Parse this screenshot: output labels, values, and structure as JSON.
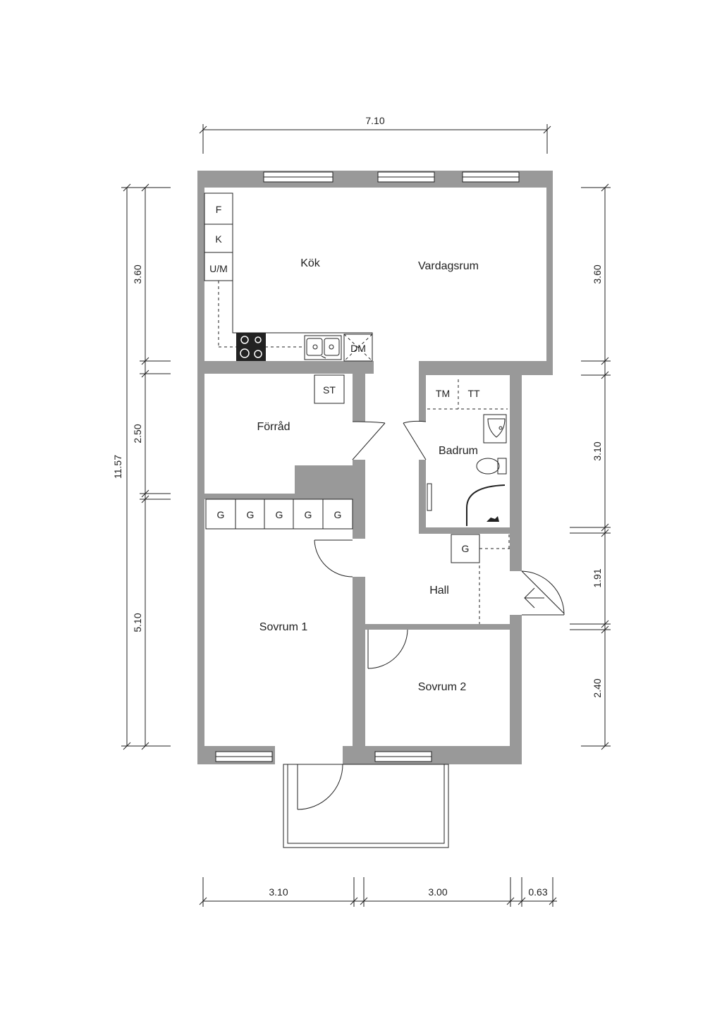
{
  "dimensions": {
    "top_total": "7.10",
    "left_total": "11.57",
    "left_1": "3.60",
    "left_2": "2.50",
    "left_3": "5.10",
    "right_1": "3.60",
    "right_2": "3.10",
    "right_3": "1.91",
    "right_4": "2.40",
    "bottom_1": "3.10",
    "bottom_2": "3.00",
    "bottom_3": "0.63"
  },
  "rooms": {
    "kok": "Kök",
    "vardagsrum": "Vardagsrum",
    "forrad": "Förråd",
    "badrum": "Badrum",
    "hall": "Hall",
    "sovrum1": "Sovrum 1",
    "sovrum2": "Sovrum 2"
  },
  "fixtures": {
    "fridge": "F",
    "freezer": "K",
    "oven": "U/M",
    "dishwasher": "DM",
    "storage": "ST",
    "washer": "TM",
    "dryer": "TT",
    "wardrobes": [
      "G",
      "G",
      "G",
      "G",
      "G"
    ],
    "hall_wardrobe": "G"
  },
  "colors": {
    "wall": "#999999",
    "line": "#222222",
    "background": "#ffffff"
  }
}
